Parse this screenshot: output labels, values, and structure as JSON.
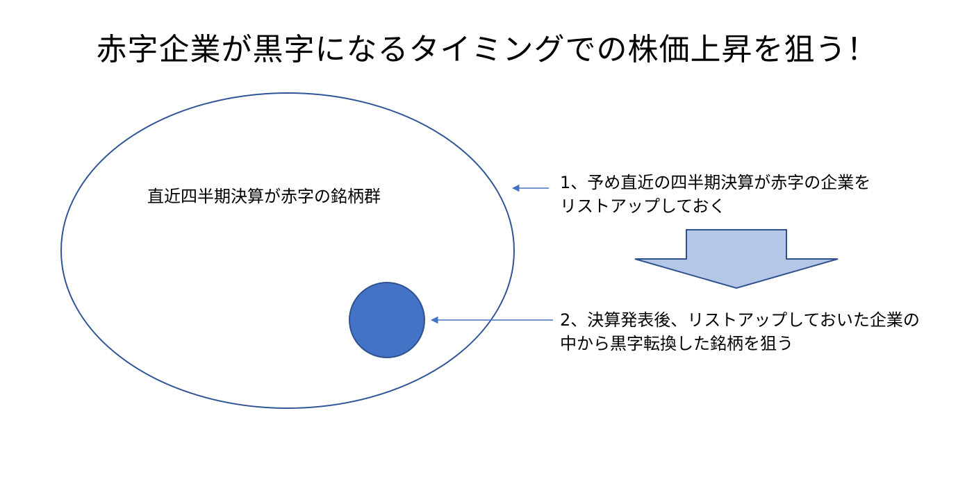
{
  "title": "赤字企業が黒字になるタイミングでの株価上昇を狙う！",
  "group_label": "直近四半期決算が赤字の銘柄群",
  "step1": {
    "line1": "1、予め直近の四半期決算が赤字の企業を",
    "line2": "リストアップしておく"
  },
  "step2": {
    "line1": "2、決算発表後、リストアップしておいた企業の",
    "line2": "中から黒字転換した銘柄を狙う"
  },
  "colors": {
    "ellipse_stroke": "#2f5496",
    "circle_fill": "#4472c4",
    "circle_stroke": "#2f528f",
    "arrow_fill": "#b4c7e7",
    "arrow_stroke": "#2f528f",
    "pointer": "#4472c4"
  }
}
